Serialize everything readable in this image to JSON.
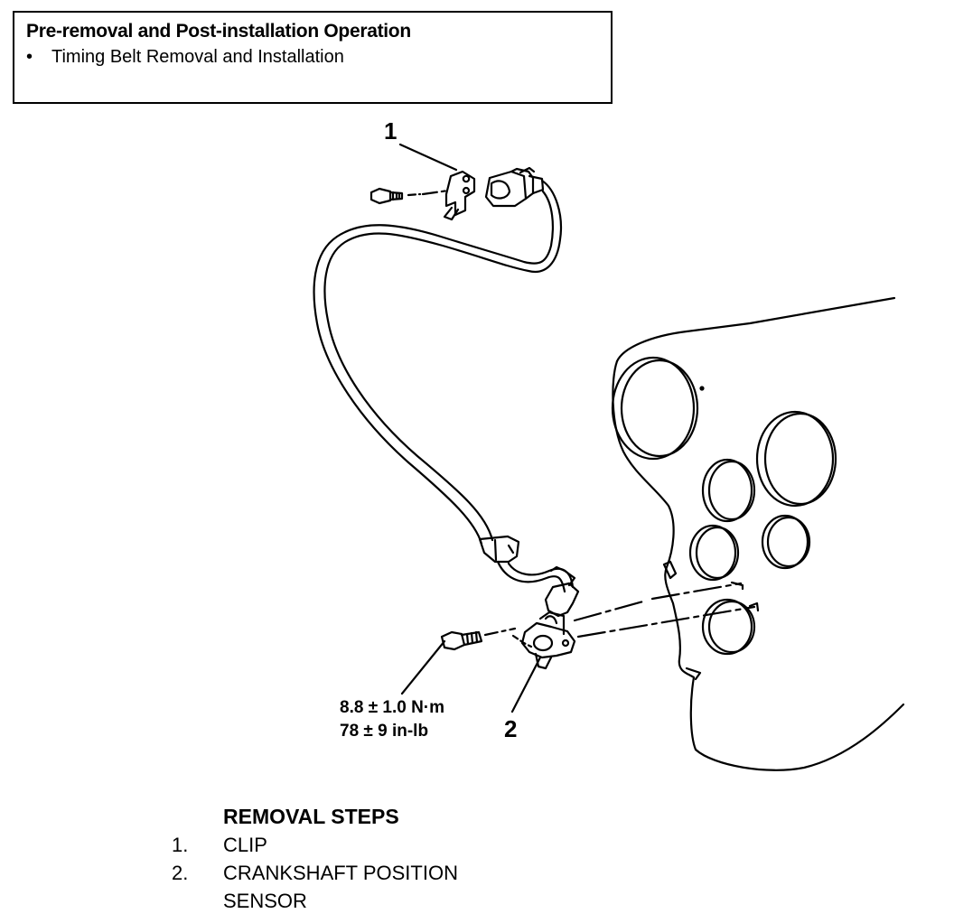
{
  "operation_box": {
    "title": "Pre-removal and Post-installation Operation",
    "bullet": "•",
    "item": "Timing Belt Removal and Installation"
  },
  "diagram": {
    "callout_1": "1",
    "callout_2": "2",
    "torque_metric": "8.8 ± 1.0 N·m",
    "torque_imperial": "78 ± 9 in-lb"
  },
  "removal_steps": {
    "title": "REMOVAL STEPS",
    "steps": [
      {
        "num": "1.",
        "label": "CLIP"
      },
      {
        "num": "2.",
        "label": "CRANKSHAFT POSITION SENSOR"
      }
    ]
  }
}
